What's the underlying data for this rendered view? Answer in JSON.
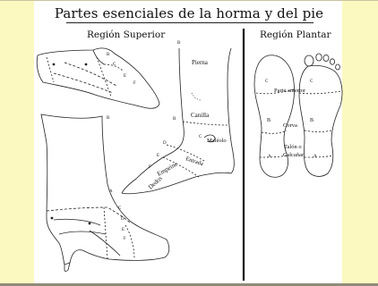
{
  "title": "Partes esenciales de la horma y del pie",
  "regions": {
    "upper": "Región Superior",
    "plantar": "Región Plantar"
  },
  "leg_labels": {
    "pierna": "Pierna",
    "canilla": "Canilla",
    "maleolo": "Maléolo",
    "entrada": "Entrada",
    "empeine": "Empeine",
    "dedos": "Dedos"
  },
  "sole_labels": {
    "parte_anterior": "Parte anterior",
    "corva": "Corva",
    "talon_line1": "Talón o",
    "talon_line2": "Calcañar"
  },
  "letters": {
    "a": "A",
    "b": "B",
    "c": "C",
    "d": "D",
    "e": "E",
    "f": "F"
  },
  "colors": {
    "band": "#fbf9bf",
    "line": "#222222",
    "divider": "#111111"
  }
}
